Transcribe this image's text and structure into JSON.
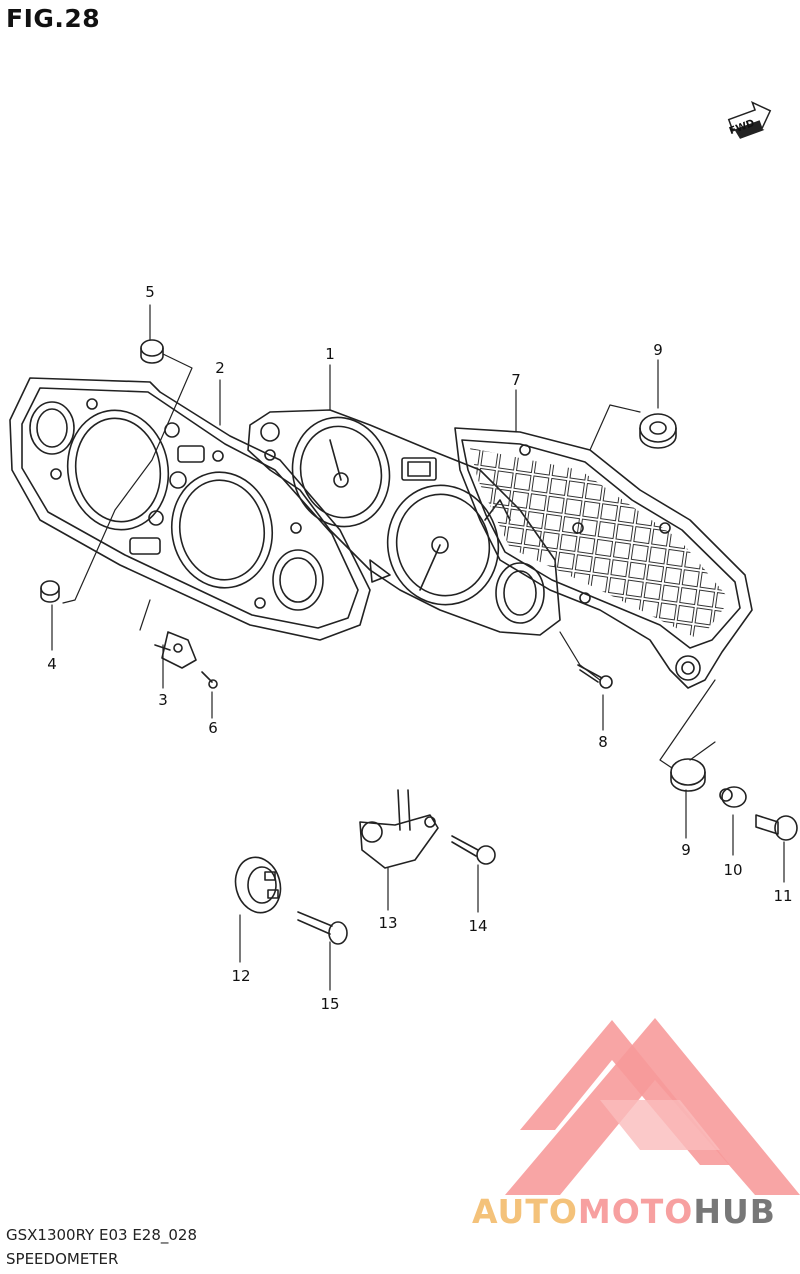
{
  "figure": {
    "title": "FIG.28",
    "model_code": "GSX1300RY E03 E28_028",
    "section_name": "SPEEDOMETER",
    "direction_label": "FWD"
  },
  "callouts": [
    {
      "id": "c1",
      "number": "1"
    },
    {
      "id": "c2",
      "number": "2"
    },
    {
      "id": "c3",
      "number": "3"
    },
    {
      "id": "c4",
      "number": "4"
    },
    {
      "id": "c5",
      "number": "5"
    },
    {
      "id": "c6",
      "number": "6"
    },
    {
      "id": "c7",
      "number": "7"
    },
    {
      "id": "c8",
      "number": "8"
    },
    {
      "id": "c9a",
      "number": "9"
    },
    {
      "id": "c9b",
      "number": "9"
    },
    {
      "id": "c10",
      "number": "10"
    },
    {
      "id": "c11",
      "number": "11"
    },
    {
      "id": "c12",
      "number": "12"
    },
    {
      "id": "c13",
      "number": "13"
    },
    {
      "id": "c14",
      "number": "14"
    },
    {
      "id": "c15",
      "number": "15"
    }
  ],
  "watermark": {
    "part1": "AUTO",
    "part2": "MOTO",
    "part3": "HUB",
    "color1": "#f4c27a",
    "color2": "#f7a0a0",
    "color3": "#777777",
    "logo_color": "#f6898a"
  },
  "colors": {
    "line": "#222222",
    "background": "#ffffff"
  }
}
